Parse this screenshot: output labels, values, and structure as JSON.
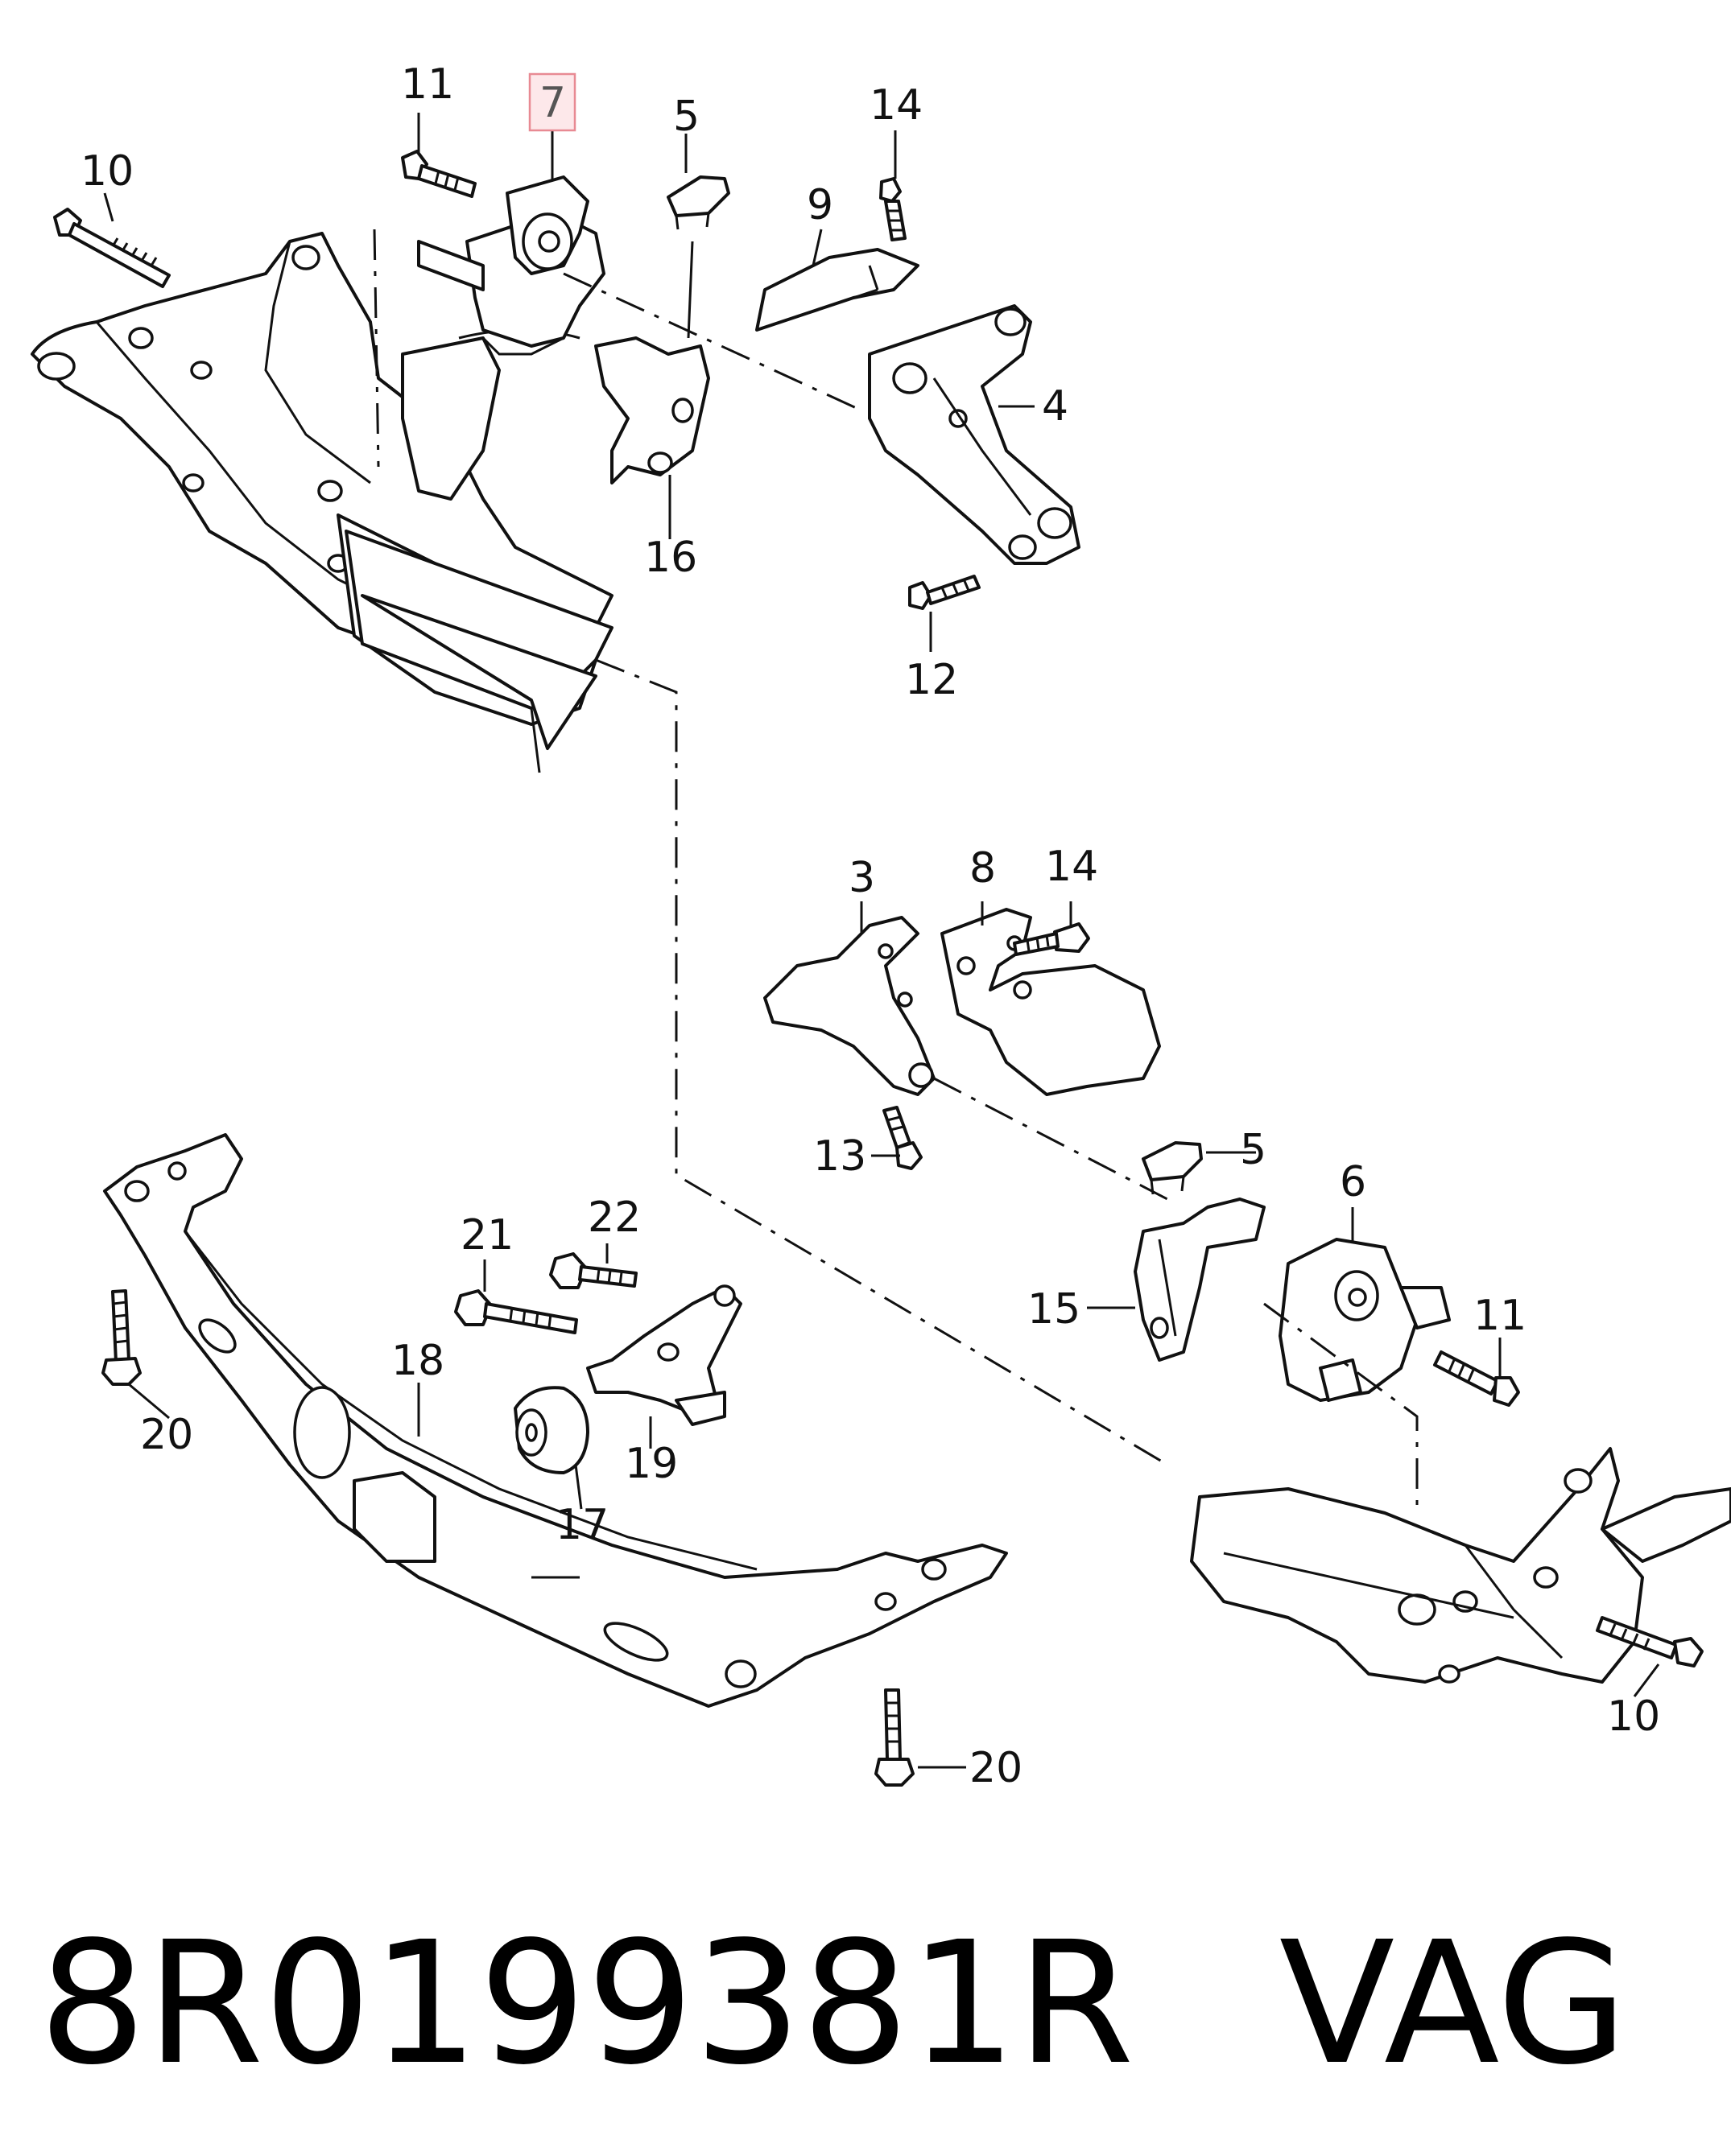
{
  "caption": {
    "part_number": "8R0199381R",
    "brand": "VAG"
  },
  "highlight": {
    "callout": "7",
    "border_color": "#e88a93",
    "fill_color": "#fde8ea"
  },
  "callouts": {
    "c11_top": "11",
    "c7": "7",
    "c5_top": "5",
    "c14_top": "14",
    "c10_top": "10",
    "c9": "9",
    "c4": "4",
    "c16": "16",
    "c12": "12",
    "c3": "3",
    "c8": "8",
    "c14_mid": "14",
    "c13": "13",
    "c5_mid": "5",
    "c6": "6",
    "c15": "15",
    "c11_mid": "11",
    "c21": "21",
    "c22": "22",
    "c18": "18",
    "c20_left": "20",
    "c19": "19",
    "c17": "17",
    "c20_bottom": "20",
    "c10_bottom": "10"
  }
}
